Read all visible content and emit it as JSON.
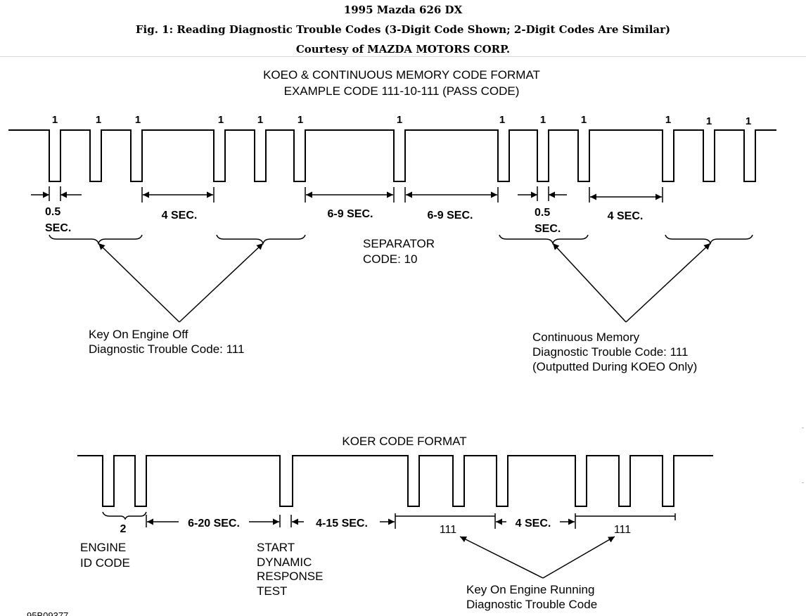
{
  "header": {
    "line1": "1995 Mazda 626 DX",
    "line2": "Fig. 1: Reading Diagnostic Trouble Codes (3-Digit Code Shown; 2-Digit Codes Are Similar)",
    "line3": "Courtesy of MAZDA MOTORS CORP."
  },
  "koeo": {
    "title1": "KOEO & CONTINUOUS MEMORY CODE FORMAT",
    "title2": "EXAMPLE CODE 111-10-111 (PASS CODE)",
    "pulse_label": "1",
    "half_sec_a": "0.5",
    "half_sec_b": "SEC.",
    "four_sec": "4 SEC.",
    "six_nine_sec": "6-9 SEC.",
    "separator_a": "SEPARATOR",
    "separator_b": "CODE: 10",
    "koeo_code_a": "Key On Engine Off",
    "koeo_code_b": "Diagnostic Trouble Code: 111",
    "cm_code_a": "Continuous Memory",
    "cm_code_b": "Diagnostic Trouble Code: 111",
    "cm_code_c": "(Outputted During KOEO Only)"
  },
  "koer": {
    "title": "KOER CODE FORMAT",
    "engine_id_value": "2",
    "six_twenty": "6-20 SEC.",
    "four_fifteen": "4-15 SEC.",
    "four_sec": "4 SEC.",
    "code_111": "111",
    "engine_id_a": "ENGINE",
    "engine_id_b": "ID CODE",
    "start_a": "START",
    "start_b": "DYNAMIC",
    "start_c": "RESPONSE",
    "start_d": "TEST",
    "koer_code_a": "Key On Engine Running",
    "koer_code_b": "Diagnostic Trouble Code"
  },
  "figure_id": "95B09377"
}
